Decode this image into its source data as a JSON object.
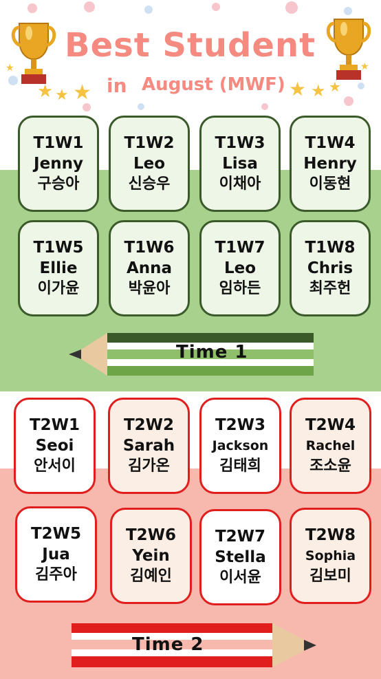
{
  "header": {
    "title": "Best Student",
    "in": "in",
    "month": "August (MWF)"
  },
  "colors": {
    "title": "#f48a80",
    "green_band": "#a9d18e",
    "pink_band": "#f7b9ae",
    "green_border": "#3a5a2a",
    "red_border": "#e01e1e"
  },
  "time1": {
    "label": "Time 1",
    "cards": [
      {
        "code": "T1W1",
        "english": "Jenny",
        "korean": "구승아"
      },
      {
        "code": "T1W2",
        "english": "Leo",
        "korean": "신승우"
      },
      {
        "code": "T1W3",
        "english": "Lisa",
        "korean": "이채아"
      },
      {
        "code": "T1W4",
        "english": "Henry",
        "korean": "이동현"
      },
      {
        "code": "T1W5",
        "english": "Ellie",
        "korean": "이가윤"
      },
      {
        "code": "T1W6",
        "english": "Anna",
        "korean": "박윤아"
      },
      {
        "code": "T1W7",
        "english": "Leo",
        "korean": "임하든"
      },
      {
        "code": "T1W8",
        "english": "Chris",
        "korean": "최주헌"
      }
    ]
  },
  "time2": {
    "label": "Time 2",
    "cards": [
      {
        "code": "T2W1",
        "english": "Seoi",
        "korean": "안서이"
      },
      {
        "code": "T2W2",
        "english": "Sarah",
        "korean": "김가온"
      },
      {
        "code": "T2W3",
        "english": "Jackson",
        "korean": "김태희"
      },
      {
        "code": "T2W4",
        "english": "Rachel",
        "korean": "조소윤"
      },
      {
        "code": "T2W5",
        "english": "Jua",
        "korean": "김주아"
      },
      {
        "code": "T2W6",
        "english": "Yein",
        "korean": "김예인"
      },
      {
        "code": "T2W7",
        "english": "Stella",
        "korean": "이서윤"
      },
      {
        "code": "T2W8",
        "english": "Sophia",
        "korean": "김보미"
      }
    ]
  }
}
